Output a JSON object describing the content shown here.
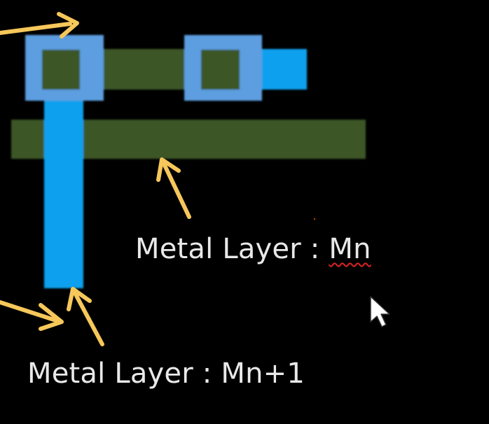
{
  "colors": {
    "background": "#000000",
    "metal_mn": "#3e5725",
    "metal_mn_plus_1": "#0aa0ee",
    "via_frame": "#5c9ee0",
    "arrow": "#f6c75a",
    "label_text": "#e9e9e9",
    "spellcheck_underline": "#dd2222"
  },
  "labels": {
    "mn": {
      "prefix": "Metal Layer : ",
      "suffix": "Mn"
    },
    "mn_plus_1": {
      "text": "Metal Layer : Mn+1"
    }
  },
  "icons": {
    "cursor": "mouse-pointer-icon",
    "arrow": "arrow-icon"
  }
}
